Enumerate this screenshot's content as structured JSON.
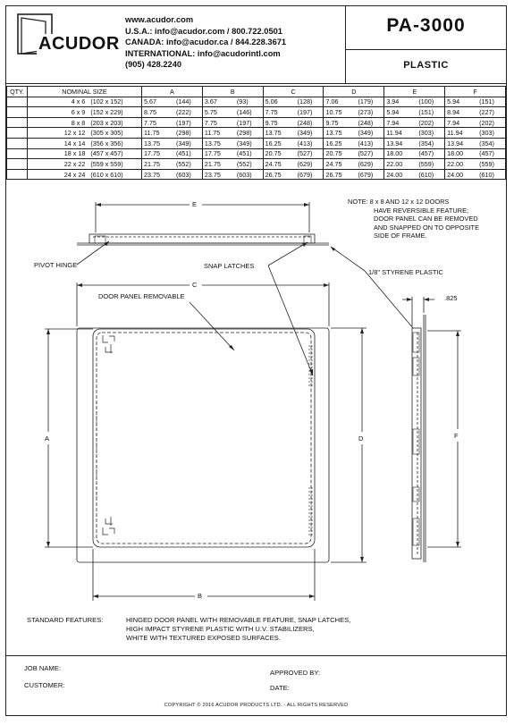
{
  "header": {
    "brand": "ACUDOR",
    "contact_lines": [
      "www.acudor.com",
      "U.S.A.: info@acudor.com / 800.722.0501",
      "CANADA: info@acudor.ca / 844.228.3671",
      "INTERNATIONAL: info@acudorintl.com",
      "(905) 428.2240"
    ],
    "model": "PA-3000",
    "material": "PLASTIC"
  },
  "table": {
    "headers": [
      "QTY.",
      "NOMINAL SIZE",
      "A",
      "B",
      "C",
      "D",
      "E",
      "F"
    ],
    "rows": [
      {
        "size": "4 x 6",
        "mm": "(102 x 152)",
        "A": [
          "5.67",
          "(144)"
        ],
        "B": [
          "3.67",
          "(93)"
        ],
        "C": [
          "5.06",
          "(128)"
        ],
        "D": [
          "7.06",
          "(179)"
        ],
        "E": [
          "3.94",
          "(100)"
        ],
        "F": [
          "5.94",
          "(151)"
        ]
      },
      {
        "size": "6 x 9",
        "mm": "(152 x 229)",
        "A": [
          "8.75",
          "(222)"
        ],
        "B": [
          "5.75",
          "(146)"
        ],
        "C": [
          "7.75",
          "(197)"
        ],
        "D": [
          "10.75",
          "(273)"
        ],
        "E": [
          "5.94",
          "(151)"
        ],
        "F": [
          "8.94",
          "(227)"
        ]
      },
      {
        "size": "8 x 8",
        "mm": "(203 x 203)",
        "A": [
          "7.75",
          "(197)"
        ],
        "B": [
          "7.75",
          "(197)"
        ],
        "C": [
          "9.75",
          "(248)"
        ],
        "D": [
          "9.75",
          "(248)"
        ],
        "E": [
          "7.94",
          "(202)"
        ],
        "F": [
          "7.94",
          "(202)"
        ]
      },
      {
        "size": "12 x 12",
        "mm": "(305 x 305)",
        "A": [
          "11.75",
          "(298)"
        ],
        "B": [
          "11.75",
          "(298)"
        ],
        "C": [
          "13.75",
          "(349)"
        ],
        "D": [
          "13.75",
          "(349)"
        ],
        "E": [
          "11.94",
          "(303)"
        ],
        "F": [
          "11.94",
          "(303)"
        ]
      },
      {
        "size": "14 x 14",
        "mm": "(356 x 356)",
        "A": [
          "13.75",
          "(349)"
        ],
        "B": [
          "13.75",
          "(349)"
        ],
        "C": [
          "16.25",
          "(413)"
        ],
        "D": [
          "16.25",
          "(413)"
        ],
        "E": [
          "13.94",
          "(354)"
        ],
        "F": [
          "13.94",
          "(354)"
        ]
      },
      {
        "size": "18 x 18",
        "mm": "(457 x 457)",
        "A": [
          "17.75",
          "(451)"
        ],
        "B": [
          "17.75",
          "(451)"
        ],
        "C": [
          "20.75",
          "(527)"
        ],
        "D": [
          "20.75",
          "(527)"
        ],
        "E": [
          "18.00",
          "(457)"
        ],
        "F": [
          "18.00",
          "(457)"
        ]
      },
      {
        "size": "22 x 22",
        "mm": "(559 x 559)",
        "A": [
          "21.75",
          "(552)"
        ],
        "B": [
          "21.75",
          "(552)"
        ],
        "C": [
          "24.75",
          "(629)"
        ],
        "D": [
          "24.75",
          "(629)"
        ],
        "E": [
          "22.00",
          "(559)"
        ],
        "F": [
          "22.00",
          "(559)"
        ]
      },
      {
        "size": "24 x 24",
        "mm": "(610 x 610)",
        "A": [
          "23.75",
          "(603)"
        ],
        "B": [
          "23.75",
          "(603)"
        ],
        "C": [
          "26.75",
          "(679)"
        ],
        "D": [
          "26.75",
          "(679)"
        ],
        "E": [
          "24.00",
          "(610)"
        ],
        "F": [
          "24.00",
          "(610)"
        ]
      }
    ]
  },
  "drawing": {
    "note_lines": [
      "NOTE:  8 x 8 AND 12 x 12 DOORS",
      "HAVE REVERSIBLE FEATURE;",
      "DOOR PANEL CAN BE REMOVED",
      "AND SNAPPED ON TO OPPOSITE",
      "SIDE OF FRAME."
    ],
    "labels": {
      "pivot_hinge": "PIVOT HINGE",
      "snap_latches": "SNAP LATCHES",
      "styrene": "1/8\" STYRENE PLASTIC",
      "door_panel": "DOOR PANEL REMOVABLE",
      "thickness": ".825"
    },
    "dims": {
      "A": "A",
      "B": "B",
      "C": "C",
      "D": "D",
      "E": "E",
      "F": "F"
    }
  },
  "features": {
    "title": "STANDARD FEATURES:",
    "lines": [
      "HINGED DOOR PANEL WITH REMOVABLE FEATURE, SNAP LATCHES,",
      "HIGH IMPACT STYRENE PLASTIC  WITH U.V. STABILIZERS,",
      "WHITE WITH TEXTURED EXPOSED SURFACES."
    ]
  },
  "footer": {
    "job_name": "JOB NAME:",
    "customer": "CUSTOMER:",
    "approved_by": "APPROVED BY:",
    "date": "DATE:",
    "copyright": "COPYRIGHT © 2016  ACUDOR PRODUCTS LTD. - ALL RIGHTS RESERVED"
  }
}
